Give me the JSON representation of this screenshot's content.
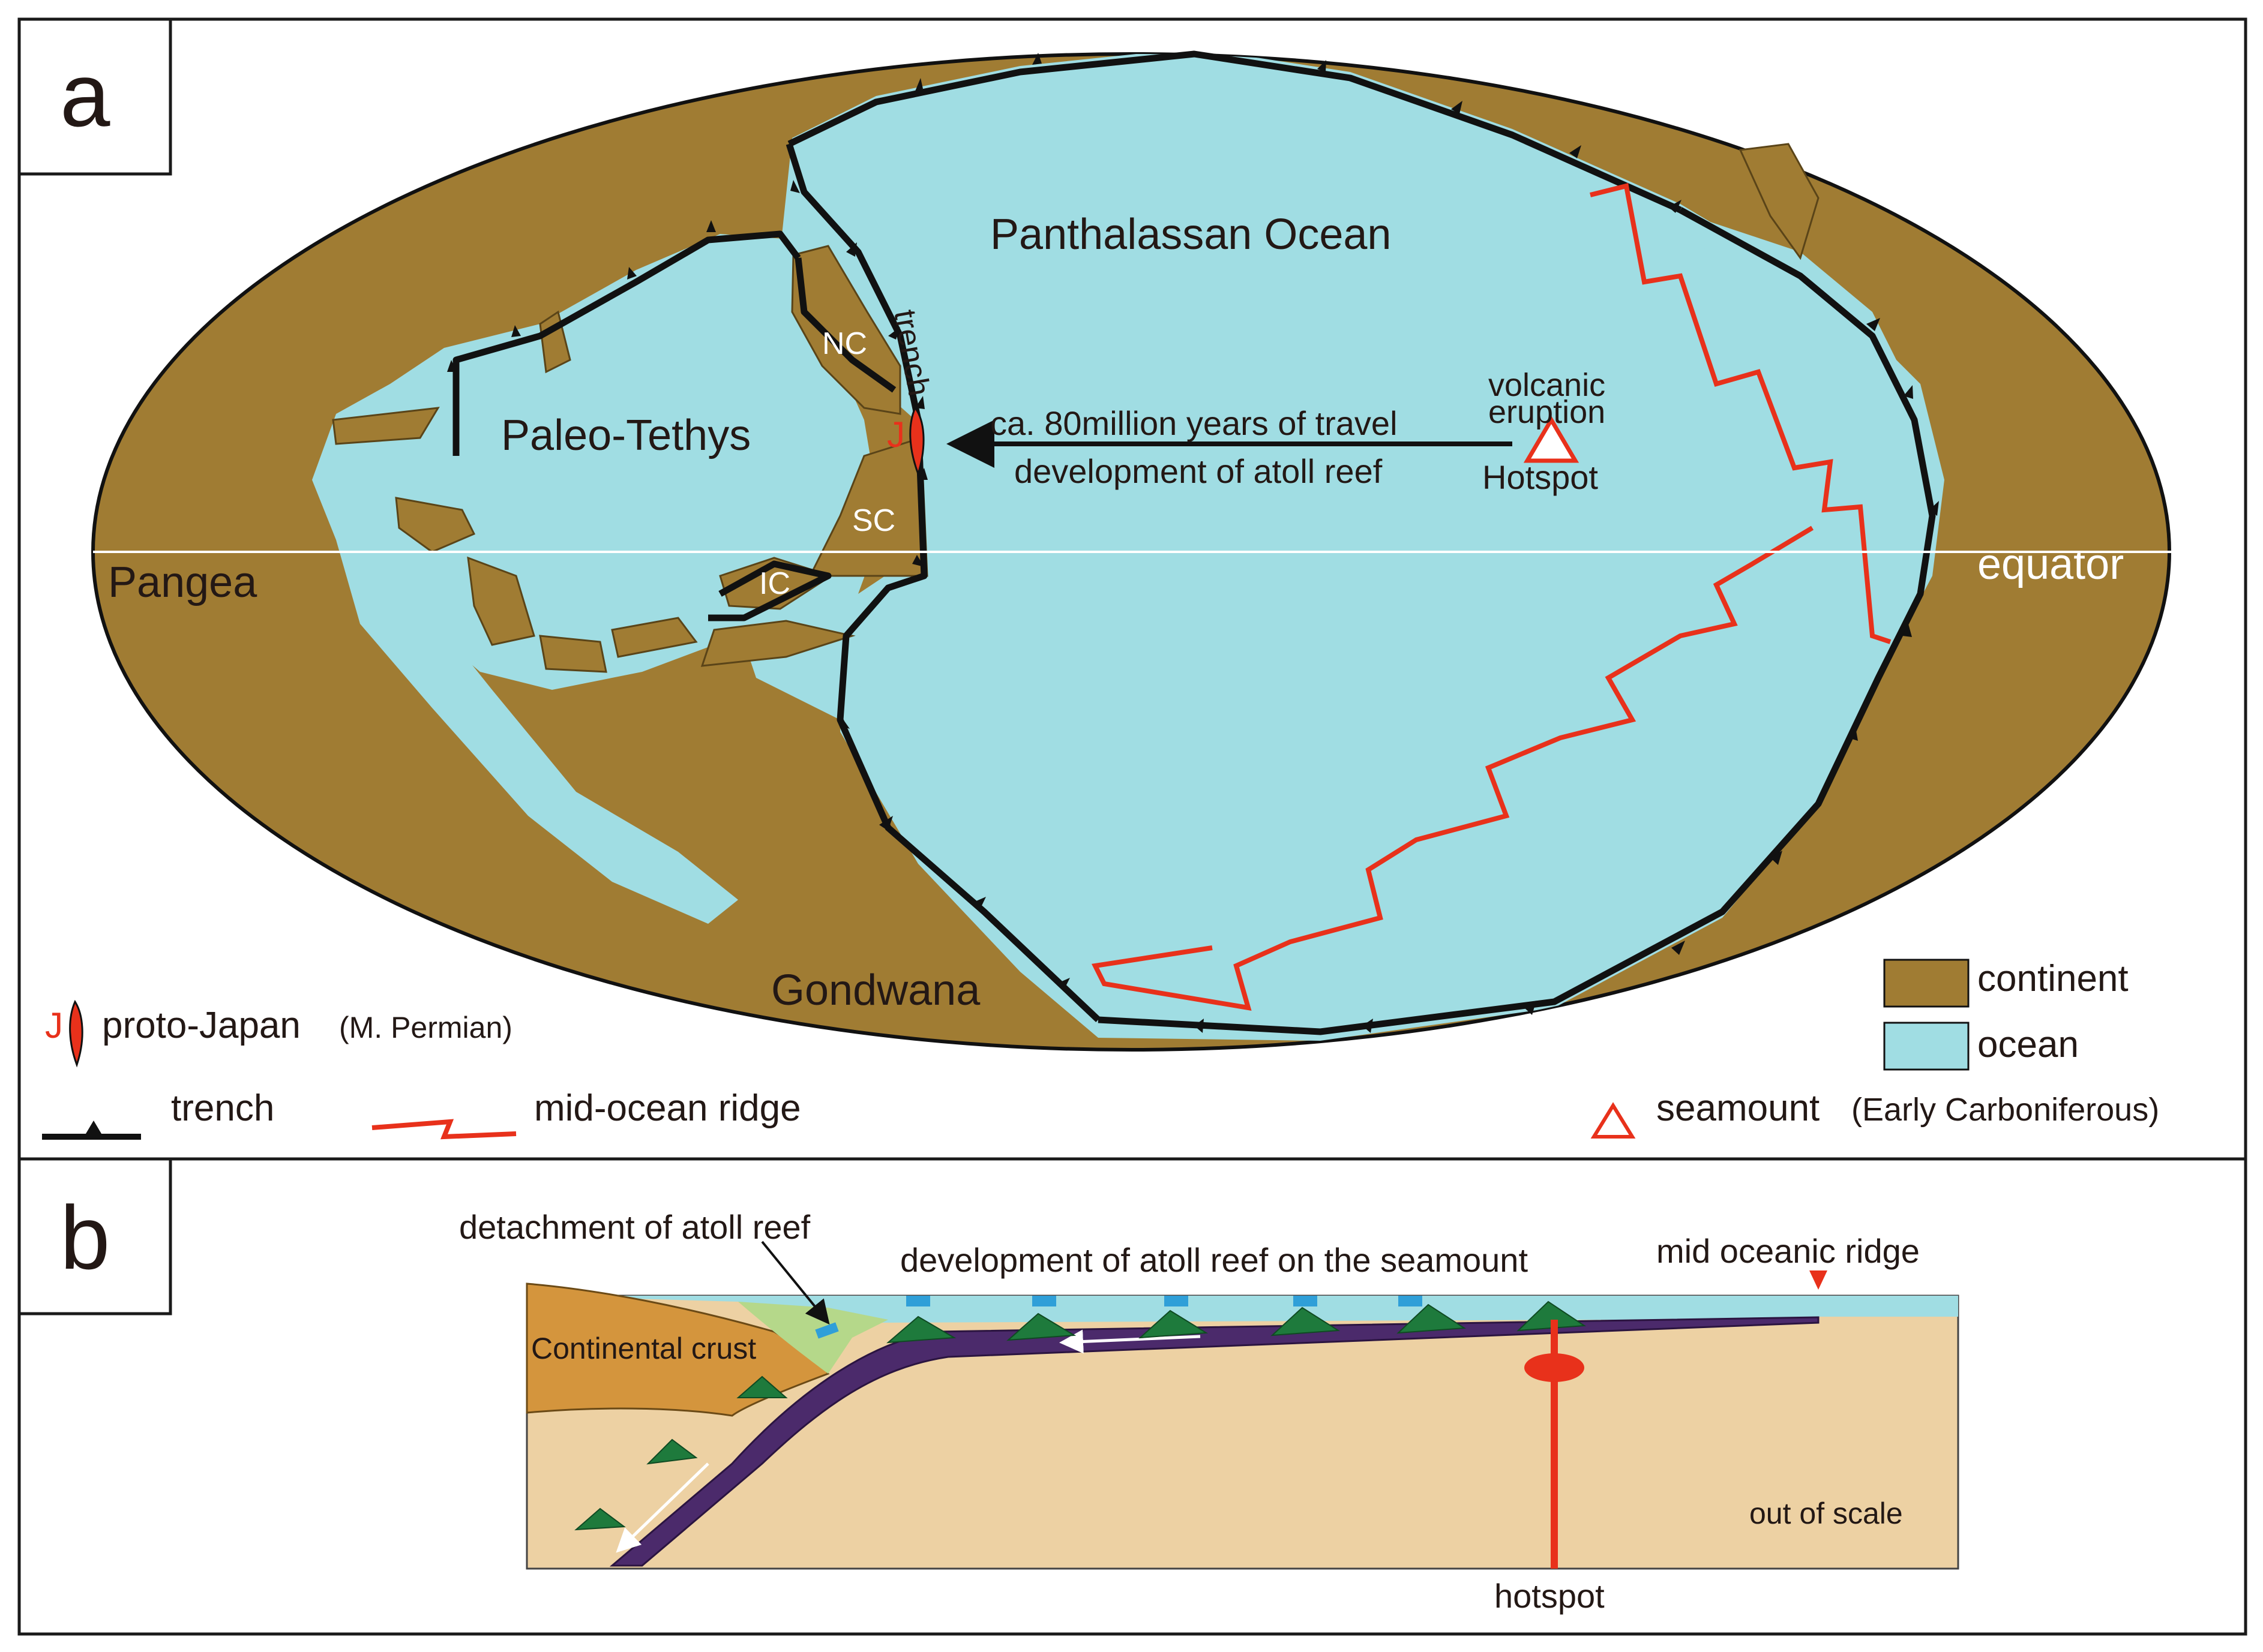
{
  "panel_a": {
    "letter": "a",
    "ocean_name": "Panthalassan Ocean",
    "paleo_tethys": "Paleo-Tethys",
    "pangea": "Pangea",
    "gondwana": "Gondwana",
    "equator": "equator",
    "nc": "NC",
    "sc": "SC",
    "ic": "IC",
    "j_mark": "J",
    "trench_label": "trench",
    "travel_line1": "ca. 80million years of travel",
    "travel_line2": "development of atoll reef",
    "volcanic": "volcanic",
    "eruption": "eruption",
    "hotspot": "Hotspot"
  },
  "legend": {
    "proto_japan_mark": "J",
    "proto_japan": "proto-Japan",
    "proto_japan_age": "(M. Permian)",
    "trench": "trench",
    "ridge": "mid-ocean ridge",
    "seamount": "seamount",
    "seamount_age": "(Early Carboniferous)",
    "continent": "continent",
    "ocean": "ocean"
  },
  "panel_b": {
    "letter": "b",
    "detachment": "detachment of atoll reef",
    "development": "development of atoll reef on the seamount",
    "ridge": "mid oceanic ridge",
    "continental_crust": "Continental crust",
    "out_of_scale": "out of scale",
    "hotspot": "hotspot"
  },
  "colors": {
    "continent": "#a07c33",
    "ocean": "#a0dde3",
    "ridge": "#e8311b",
    "trench": "#111111",
    "mantle": "#edd1a3",
    "continental_crust": "#d4953d",
    "slab": "#4b2a6b",
    "seamount": "#1e7a3c",
    "reef": "#2f9fd8",
    "shelf": "#b5d88a"
  }
}
